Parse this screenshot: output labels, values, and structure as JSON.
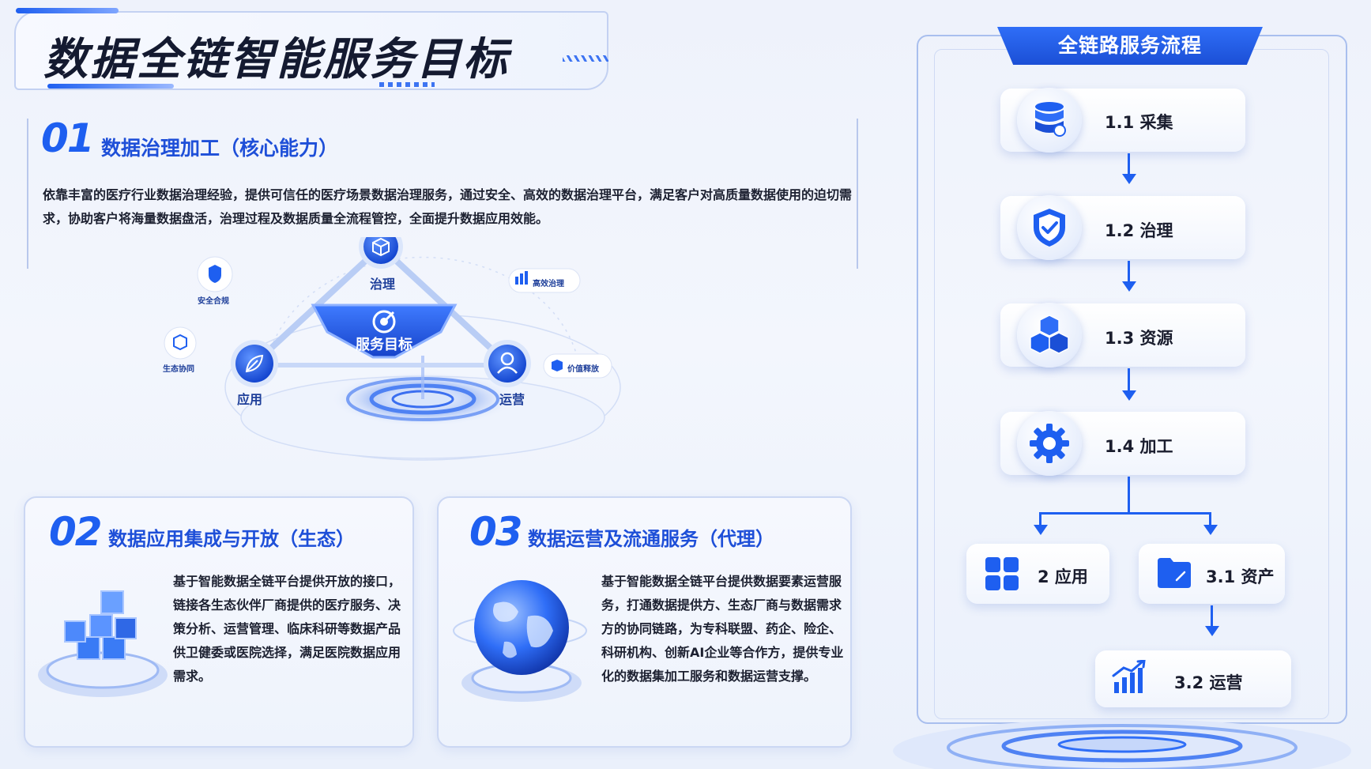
{
  "page_title": "数据全链智能服务目标",
  "section1": {
    "number": "01",
    "title": "数据治理加工（核心能力）",
    "text": "依靠丰富的医疗行业数据治理经验，提供可信任的医疗场景数据治理服务，通过安全、高效的数据治理平台，满足客户对高质量数据使用的迫切需求，协助客户将海量数据盘活，治理过程及数据质量全流程管控，全面提升数据应用效能。"
  },
  "diagram": {
    "center": "服务目标",
    "top": "治理",
    "left": "应用",
    "right": "运营",
    "tags": {
      "compliance": "安全合规",
      "ecosystem": "生态协同",
      "efficient": "高效治理",
      "value": "价值释放"
    }
  },
  "section2": {
    "number": "02",
    "title": "数据应用集成与开放（生态）",
    "text": "基于智能数据全链平台提供开放的接口，链接各生态伙伴厂商提供的医疗服务、决策分析、运营管理、临床科研等数据产品供卫健委或医院选择，满足医院数据应用需求。"
  },
  "section3": {
    "number": "03",
    "title": "数据运营及流通服务（代理）",
    "text": "基于智能数据全链平台提供数据要素运营服务，打通数据提供方、生态厂商与数据需求方的协同链路，为专科联盟、药企、险企、科研机构、创新AI企业等合作方，提供专业化的数据集加工服务和数据运营支撑。"
  },
  "flow": {
    "header": "全链路服务流程",
    "steps": {
      "collect": {
        "label": "1.1 采集",
        "icon": "database-icon"
      },
      "govern": {
        "label": "1.2 治理",
        "icon": "shield-check-icon"
      },
      "resource": {
        "label": "1.3 资源",
        "icon": "cubes-icon"
      },
      "process": {
        "label": "1.4 加工",
        "icon": "gear-icon"
      },
      "apply": {
        "label": "2 应用",
        "icon": "grid-icon"
      },
      "asset": {
        "label": "3.1 资产",
        "icon": "folder-icon"
      },
      "operate": {
        "label": "3.2 运营",
        "icon": "growth-chart-icon"
      }
    }
  },
  "colors": {
    "accent": "#1e5ff0",
    "accent_dark": "#1b4fd6",
    "title_text": "#141a30",
    "section_title": "#1e4fd8",
    "background": "#eef2fb"
  }
}
